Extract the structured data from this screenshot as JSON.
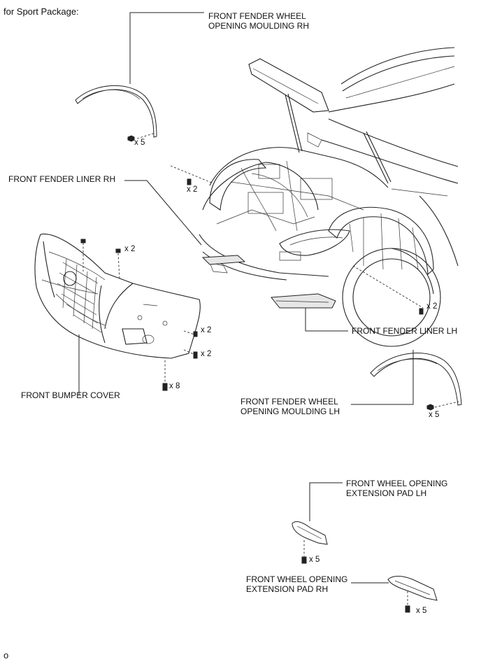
{
  "header": {
    "note": "for Sport Package:"
  },
  "footer": {
    "code": "o"
  },
  "parts": {
    "moulding_rh": {
      "line1": "FRONT FENDER WHEEL",
      "line2": "OPENING MOULDING RH",
      "qty": "x 5"
    },
    "liner_rh": {
      "label": "FRONT FENDER LINER RH",
      "qty": "x 2"
    },
    "bumper_cover": {
      "label": "FRONT BUMPER COVER",
      "qty_top": "x 2",
      "qty_side1": "x 2",
      "qty_side2": "x 2",
      "qty_bottom": "x 8"
    },
    "liner_lh": {
      "label": "FRONT FENDER LINER LH",
      "qty": "x 2"
    },
    "moulding_lh": {
      "line1": "FRONT FENDER WHEEL",
      "line2": "OPENING MOULDING LH",
      "qty": "x 5"
    },
    "pad_lh": {
      "line1": "FRONT WHEEL OPENING",
      "line2": "EXTENSION PAD LH",
      "qty": "x 5"
    },
    "pad_rh": {
      "line1": "FRONT WHEEL OPENING",
      "line2": "EXTENSION PAD RH",
      "qty": "x 5"
    }
  }
}
